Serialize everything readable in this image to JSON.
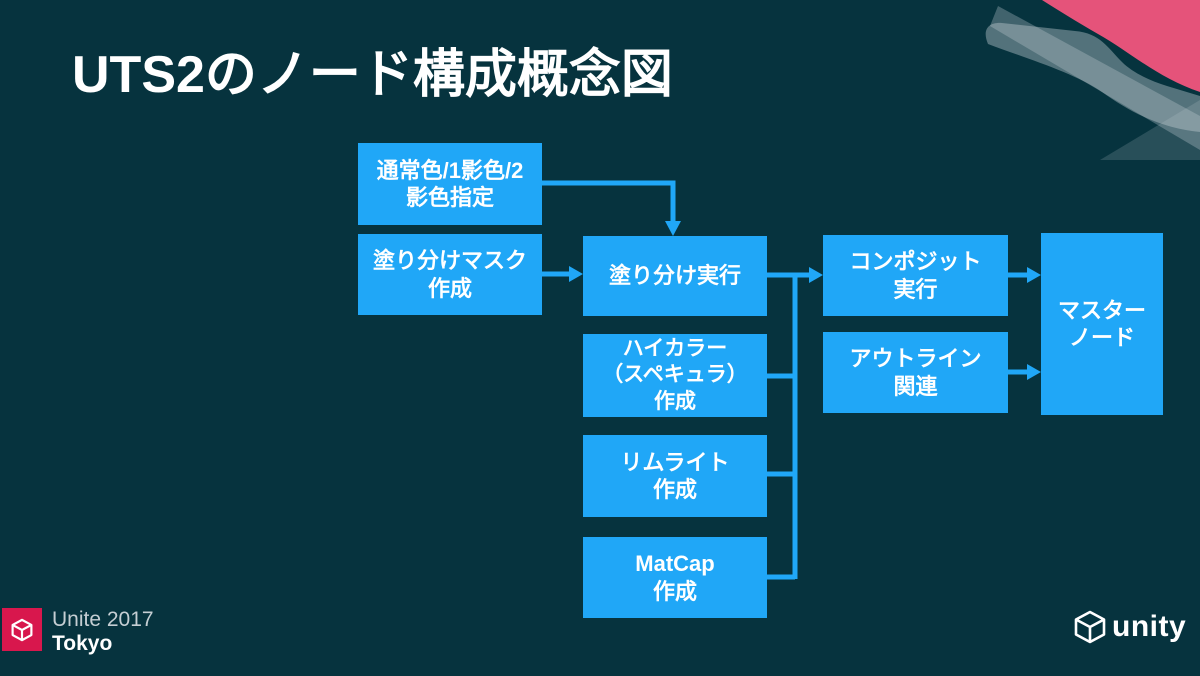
{
  "slide": {
    "title": "UTS2のノード構成概念図",
    "background_color": "#06333e",
    "accent_blue": "#20a7f7",
    "accent_pink": "#e5537a",
    "brand_red": "#d8174d",
    "text_color": "#ffffff"
  },
  "diagram": {
    "nodes": [
      {
        "id": "color-spec",
        "label": "通常色/1影色/2\n影色指定"
      },
      {
        "id": "paint-mask",
        "label": "塗り分けマスク\n作成"
      },
      {
        "id": "paint-exec",
        "label": "塗り分け実行"
      },
      {
        "id": "high-color",
        "label": "ハイカラー\n（スペキュラ）\n作成"
      },
      {
        "id": "rim-light",
        "label": "リムライト\n作成"
      },
      {
        "id": "matcap",
        "label": "MatCap\n作成"
      },
      {
        "id": "composite",
        "label": "コンポジット\n実行"
      },
      {
        "id": "outline",
        "label": "アウトライン\n関連"
      },
      {
        "id": "master-node",
        "label": "マスター\nノード"
      }
    ],
    "edges": [
      {
        "from": "color-spec",
        "to": "paint-exec"
      },
      {
        "from": "paint-mask",
        "to": "paint-exec"
      },
      {
        "from": "paint-exec",
        "to": "composite"
      },
      {
        "from": "high-color",
        "to": "composite"
      },
      {
        "from": "rim-light",
        "to": "composite"
      },
      {
        "from": "matcap",
        "to": "composite"
      },
      {
        "from": "composite",
        "to": "master-node"
      },
      {
        "from": "outline",
        "to": "master-node"
      }
    ]
  },
  "footer": {
    "event_line1": "Unite 2017",
    "event_line2": "Tokyo",
    "unity_wordmark": "unity"
  }
}
